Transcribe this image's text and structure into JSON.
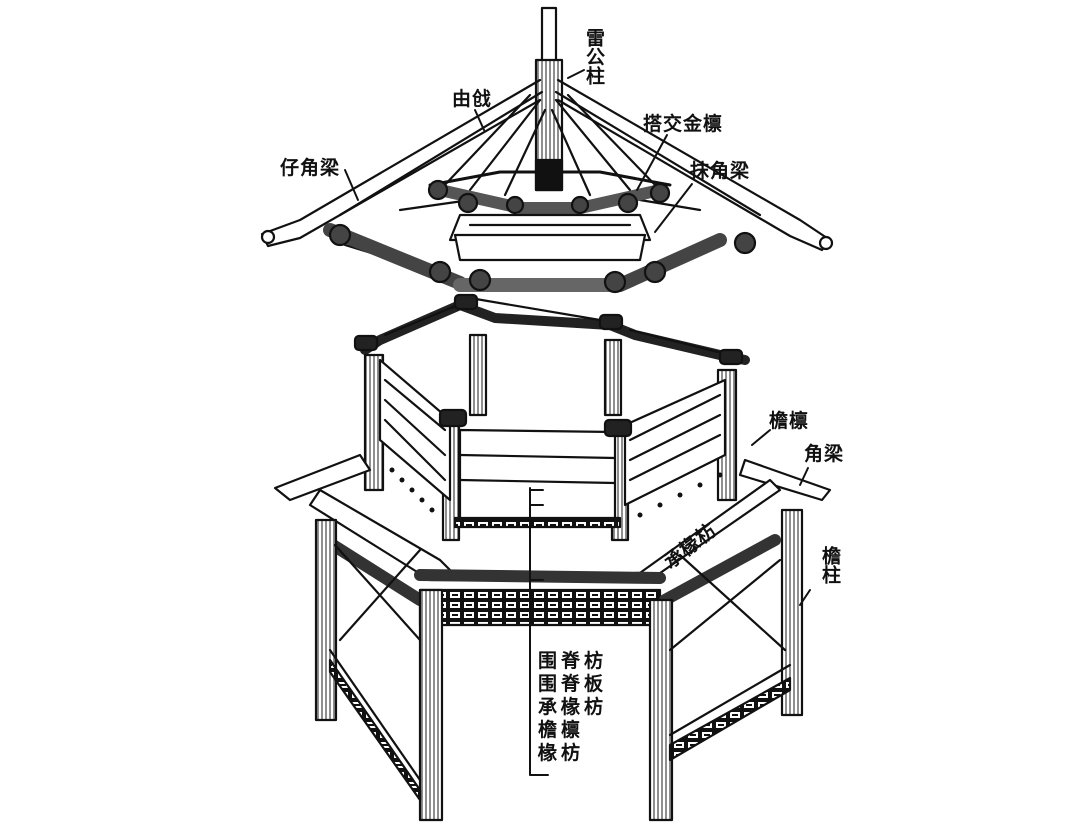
{
  "figure": {
    "type": "exploded axonometric diagram",
    "subject": "hexagonal pavilion timber frame"
  },
  "labels": {
    "leigongzhu": "雷公柱",
    "youe": "由戗",
    "zaijiaoliang": "仔角梁",
    "dajiaojinlin": "搭交金檩",
    "mojiaoliang": "抹角梁",
    "yanlin": "檐檩",
    "jiaoliang": "角梁",
    "chengchuanfang_slanted": "承椽枋",
    "yanzhu": "檐柱"
  },
  "stacked_labels": [
    "围脊枋",
    "围脊板",
    "承椽枋",
    "檐檩",
    "椽枋"
  ],
  "colors": {
    "ink": "#111111",
    "background": "#ffffff",
    "shade": "#555555"
  }
}
